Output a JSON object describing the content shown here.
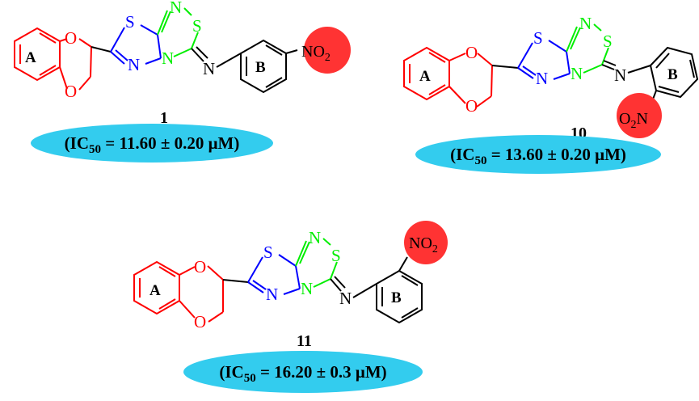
{
  "colors": {
    "ring_a": "#ff0000",
    "thiadiazole": "#0000ff",
    "thiadiazolium": "#00ee00",
    "black": "#000000",
    "nitro_fill": "#ff3333",
    "ic50_fill": "#33ccee"
  },
  "atoms": {
    "S": "S",
    "N": "N",
    "O": "O"
  },
  "compounds": [
    {
      "number": "1",
      "ring_a_label": "A",
      "ring_b_label": "B",
      "nitro": {
        "lead": "NO",
        "sub": "2",
        "tail": ""
      },
      "ic50": {
        "lead": "(IC",
        "sub": "50",
        "tail": " = 11.60 ± 0.20 μM)"
      }
    },
    {
      "number": "10",
      "ring_a_label": "A",
      "ring_b_label": "B",
      "nitro": {
        "lead": "O",
        "sub": "2",
        "tail": "N"
      },
      "ic50": {
        "lead": "(IC",
        "sub": "50",
        "tail": " = 13.60 ± 0.20 μM)"
      }
    },
    {
      "number": "11",
      "ring_a_label": "A",
      "ring_b_label": "B",
      "nitro": {
        "lead": "NO",
        "sub": "2",
        "tail": ""
      },
      "ic50": {
        "lead": "(IC",
        "sub": "50",
        "tail": " = 16.20 ± 0.3 μM)"
      }
    }
  ]
}
